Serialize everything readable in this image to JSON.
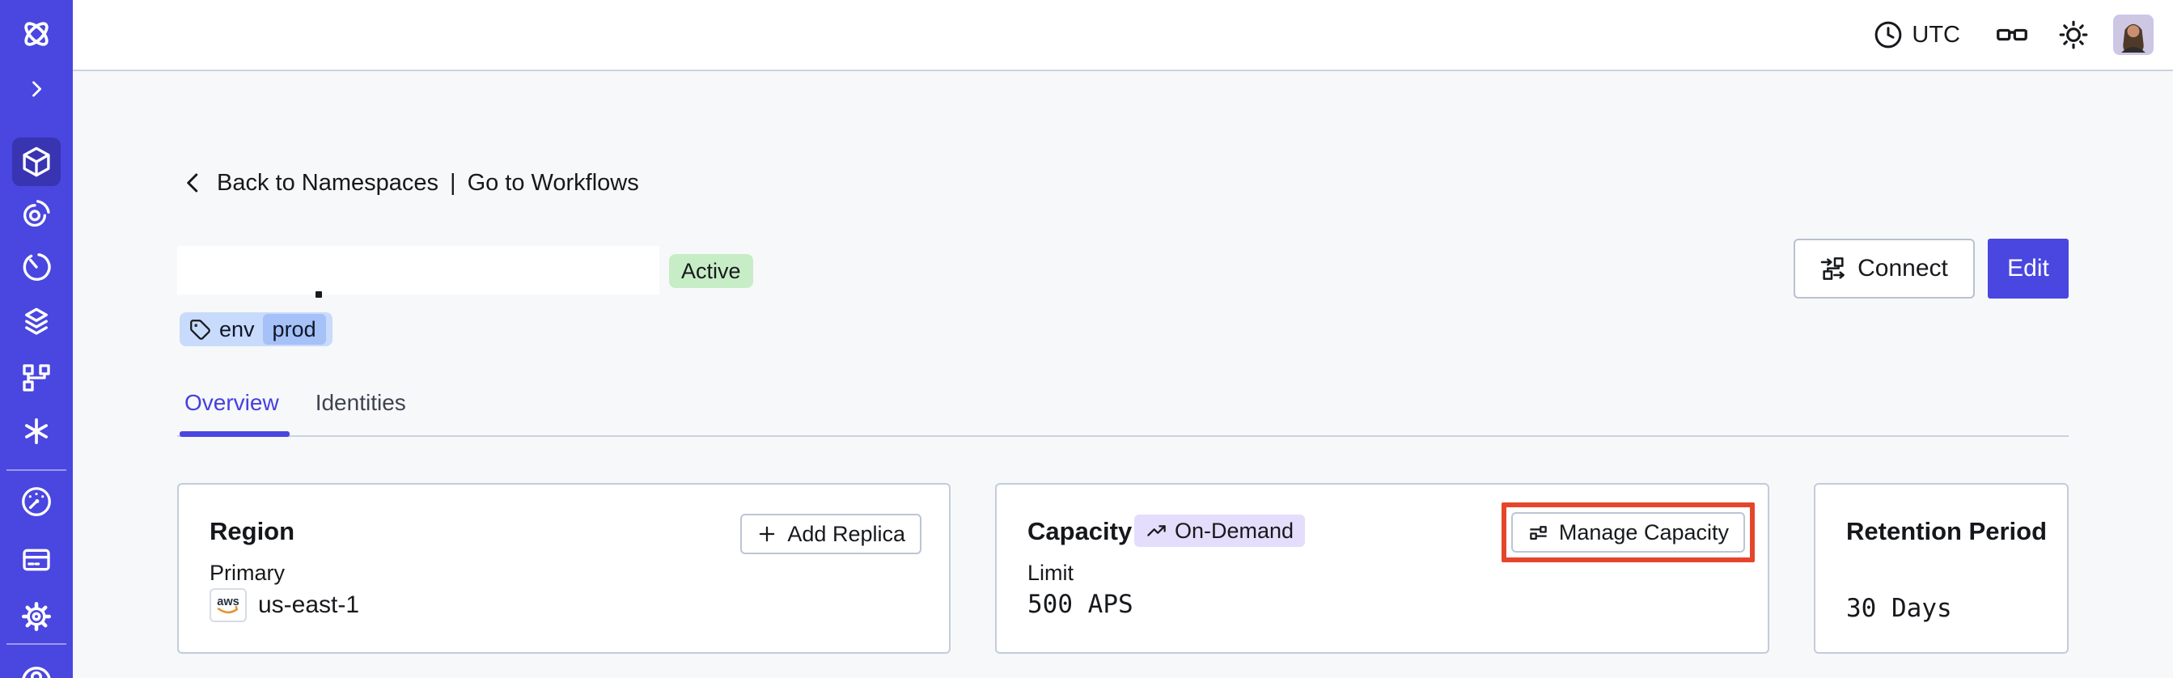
{
  "topbar": {
    "timezone": "UTC",
    "icons": [
      "clock-icon",
      "glasses-icon",
      "sun-icon",
      "avatar"
    ]
  },
  "sidebar": {
    "icons": [
      "temporal-logo",
      "expand-chevron-right",
      "namespaces-cube",
      "workflows-spiral",
      "schedules-clock",
      "deployments-layers",
      "batch-operations-branch",
      "nexus-asterisk",
      "usage-gauge",
      "billing-card",
      "settings-gear",
      "account-circle"
    ],
    "active_icon": "namespaces-cube"
  },
  "header": {
    "back_label": "Back to Namespaces",
    "separator": "|",
    "workflows_label": "Go to Workflows"
  },
  "namespace": {
    "status": "Active",
    "tag_key": "env",
    "tag_value": "prod"
  },
  "actions": {
    "connect": "Connect",
    "edit": "Edit"
  },
  "tabs": [
    {
      "label": "Overview",
      "active": true
    },
    {
      "label": "Identities",
      "active": false
    }
  ],
  "cards": {
    "region": {
      "title": "Region",
      "button": "Add Replica",
      "label": "Primary",
      "provider": "aws",
      "value": "us-east-1"
    },
    "capacity": {
      "title": "Capacity",
      "badge": "On-Demand",
      "button": "Manage Capacity",
      "label": "Limit",
      "value": "500 APS"
    },
    "retention": {
      "title": "Retention Period",
      "value": "30 Days"
    }
  },
  "colors": {
    "brand_indigo": "#4A46E0",
    "annotation_red": "#E5462B",
    "status_active_bg": "#C7EDC7",
    "tag_bg": "#C8DBFC",
    "tag_inner_bg": "#A5C1F8",
    "ondemand_bg": "#E4DDFB",
    "page_bg": "#F7F8FA",
    "aws_smile_orange": "#E8912D"
  }
}
